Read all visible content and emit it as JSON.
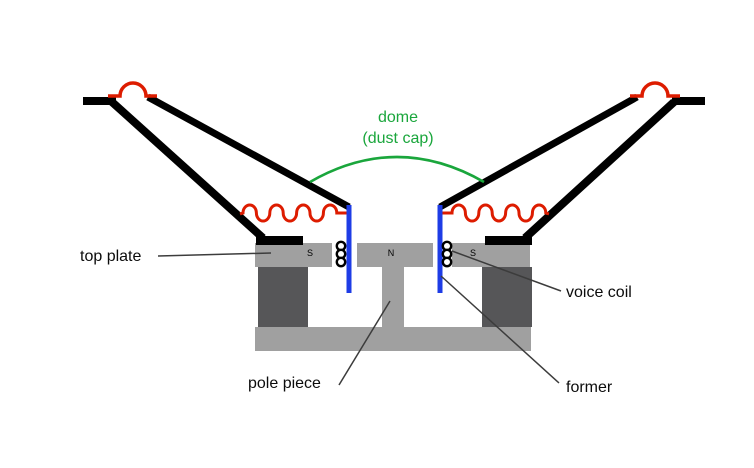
{
  "diagram": {
    "type": "loudspeaker-cross-section",
    "labels": {
      "dome_line1": "dome",
      "dome_line2": "(dust cap)",
      "top_plate": "top plate",
      "voice_coil": "voice coil",
      "former": "former",
      "pole_piece": "pole piece"
    },
    "pole_markings": {
      "left": "S",
      "center": "N",
      "right": "S"
    },
    "colors": {
      "surround_red": "#dd1c00",
      "dome_green": "#1aa63c",
      "former_blue": "#1e3ce6",
      "former_label_blue": "#2b35d4",
      "plate_gray": "#a0a0a0",
      "magnet_gray": "#565658",
      "frame_black": "#000000",
      "pointer_gray": "#3c3c3c"
    }
  }
}
